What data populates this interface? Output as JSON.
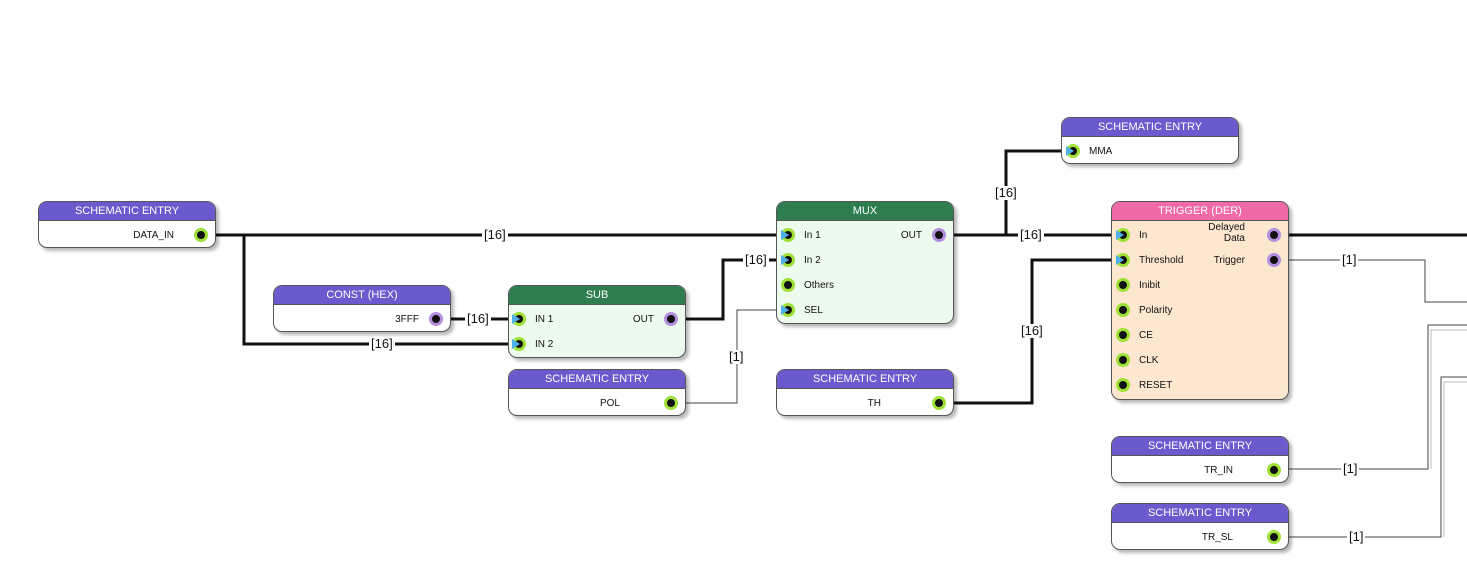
{
  "blocks": {
    "se_data_in": {
      "title": "SCHEMATIC ENTRY",
      "port": "DATA_IN"
    },
    "const_hex": {
      "title": "CONST (HEX)",
      "port": "3FFF"
    },
    "sub": {
      "title": "SUB",
      "in1": "IN 1",
      "in2": "IN 2",
      "out": "OUT"
    },
    "se_pol": {
      "title": "SCHEMATIC ENTRY",
      "port": "POL"
    },
    "mux": {
      "title": "MUX",
      "in1": "In 1",
      "in2": "In 2",
      "others": "Others",
      "sel": "SEL",
      "out": "OUT"
    },
    "se_th": {
      "title": "SCHEMATIC ENTRY",
      "port": "TH"
    },
    "se_mma": {
      "title": "SCHEMATIC ENTRY",
      "port": "MMA"
    },
    "trigger": {
      "title": "TRIGGER (DER)",
      "inputs": [
        "In",
        "Threshold",
        "Inibit",
        "Polarity",
        "CE",
        "CLK",
        "RESET"
      ],
      "out_delayed": "Delayed\nData",
      "out_trigger": "Trigger"
    },
    "se_tr_in": {
      "title": "SCHEMATIC ENTRY",
      "port": "TR_IN"
    },
    "se_tr_sl": {
      "title": "SCHEMATIC ENTRY",
      "port": "TR_SL"
    }
  },
  "wire_labels": {
    "data_to_mux": "[16]",
    "data_to_sub": "[16]",
    "const_to_sub": "[16]",
    "sub_to_mux": "[16]",
    "pol_to_sel": "[1]",
    "mux_to_mma": "[16]",
    "mux_to_trigger": "[16]",
    "th_to_trigger": "[16]",
    "trigger_out": "[1]",
    "tr_in": "[1]",
    "tr_sl": "[1]"
  },
  "colors": {
    "header_purple": "#6a5acd",
    "header_green": "#2e7d4f",
    "header_pink": "#f06aa8",
    "port_in_ring": "#9fe036",
    "port_out_ring": "#b48fe0",
    "input_arrow": "#4fb0e8"
  }
}
